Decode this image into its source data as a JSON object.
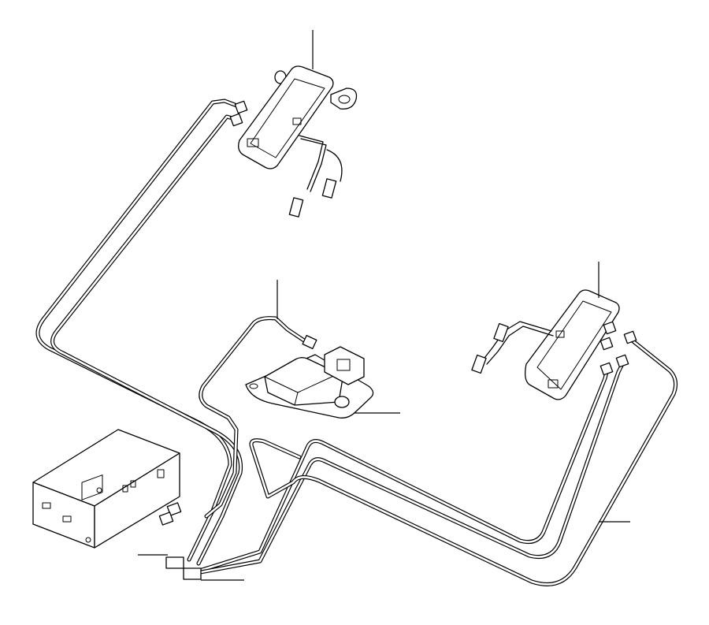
{
  "diagram": {
    "components": [
      "antenna-module-top",
      "antenna-module-right",
      "control-module-center",
      "receiver-unit",
      "wiring-harness"
    ],
    "callout_lines": 7,
    "colors": {
      "line": "#000000",
      "background": "#ffffff"
    }
  }
}
